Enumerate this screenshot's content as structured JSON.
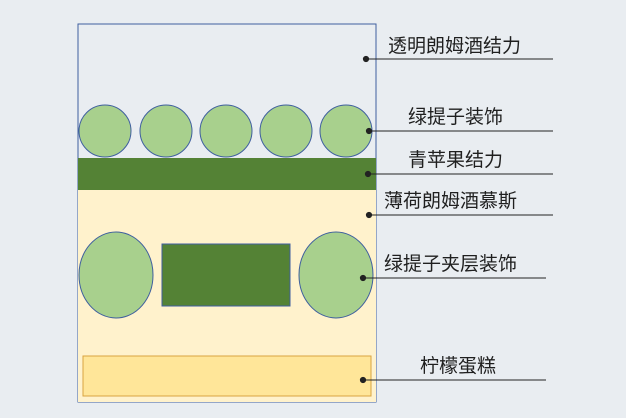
{
  "labels": {
    "mirror_glaze": "透明朗姆酒结力",
    "grape_decoration": "绿提子装饰",
    "apple_jelly": "青苹果结力",
    "mint_mousse": "薄荷朗姆酒慕斯",
    "grape_layer": "绿提子夹层装饰",
    "lemon_cake": "柠檬蛋糕"
  },
  "colors": {
    "background": "#e9edf1",
    "outline": "#3f5f9f",
    "glaze_fill": "#e9edf1",
    "grape_fill": "#a8d08d",
    "jelly_fill": "#548235",
    "mousse_fill": "#fff2cc",
    "cake_fill": "#ffe699",
    "cake_outline": "#d9a441",
    "leader": "#222222"
  }
}
